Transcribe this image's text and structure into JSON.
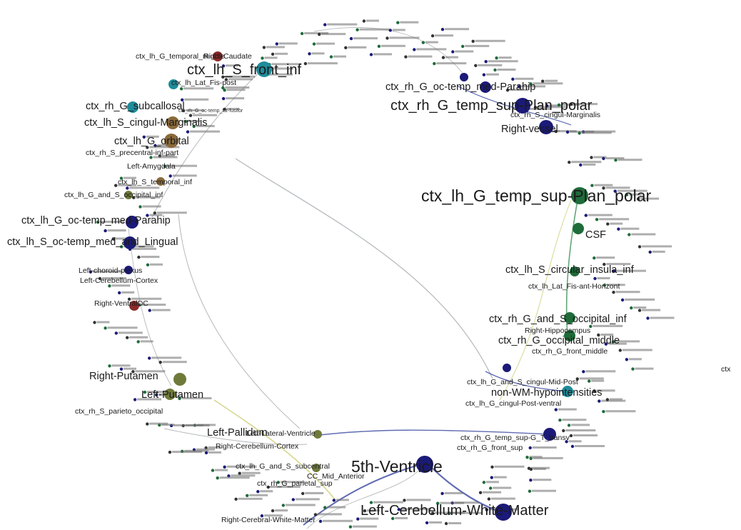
{
  "graph": {
    "colors": {
      "navy": "#1b1a78",
      "green": "#1f6b3a",
      "teal": "#1e8c9a",
      "brown": "#8a6a3a",
      "maroon": "#8c2a2a",
      "olive": "#6f7a3a",
      "edge_gray": "#9aa0a6",
      "edge_blue": "#2b3a9a",
      "edge_yellow": "#c8c86a",
      "edge_green": "#2f8a4a"
    },
    "labels": [
      {
        "text": "ctx_lh_G_temporal_middle",
        "kind": "small"
      },
      {
        "text": "Right-Caudate",
        "kind": "small"
      },
      {
        "text": "ctx_lh_S_front_inf",
        "kind": "large"
      },
      {
        "text": "ctx_lh_Lat_Fis-post",
        "kind": "small"
      },
      {
        "text": "ctx_rh_G_subcallosal",
        "kind": "medium"
      },
      {
        "text": "ctx_rh_G_oc-temp_lat-fusifor",
        "kind": "tiny"
      },
      {
        "text": "ctx_lh_S_cingul-Marginalis",
        "kind": "medium"
      },
      {
        "text": "ctx_lh_G_orbital",
        "kind": "medium"
      },
      {
        "text": "ctx_rh_S_precentral-inf-part",
        "kind": "small"
      },
      {
        "text": "Left-Amygdala",
        "kind": "small"
      },
      {
        "text": "ctx_lh_S_temporal_inf",
        "kind": "small"
      },
      {
        "text": "ctx_lh_G_and_S_occipital_inf",
        "kind": "small"
      },
      {
        "text": "ctx_lh_G_oc-temp_med-Parahip",
        "kind": "medium"
      },
      {
        "text": "ctx_lh_S_oc-temp_med_and_Lingual",
        "kind": "medium"
      },
      {
        "text": "Left-choroid-plexus",
        "kind": "small"
      },
      {
        "text": "Left-Cerebellum-Cortex",
        "kind": "small"
      },
      {
        "text": "Right-VentralDC",
        "kind": "small"
      },
      {
        "text": "Right-Putamen",
        "kind": "medium"
      },
      {
        "text": "Left-Putamen",
        "kind": "medium"
      },
      {
        "text": "ctx_rh_S_parieto_occipital",
        "kind": "small"
      },
      {
        "text": "Left-Pallidum",
        "kind": "medium"
      },
      {
        "text": "Left-Lateral-Ventricle",
        "kind": "small"
      },
      {
        "text": "Right-Cerebellum-Cortex",
        "kind": "small"
      },
      {
        "text": "ctx_lh_G_and_S_subcentral",
        "kind": "small"
      },
      {
        "text": "CC_Mid_Anterior",
        "kind": "small"
      },
      {
        "text": "ctx_rh_G_parietal_sup",
        "kind": "small"
      },
      {
        "text": "Right-Cerebral-White-Matter",
        "kind": "small"
      },
      {
        "text": "5th-Ventricle",
        "kind": "xlarge"
      },
      {
        "text": "Left-Cerebellum-White-Matter",
        "kind": "large"
      },
      {
        "text": "ctx_rh_G_temp_sup-G_T_transv",
        "kind": "small"
      },
      {
        "text": "ctx_rh_G_front_sup",
        "kind": "small"
      },
      {
        "text": "non-WM-hypointensities",
        "kind": "medium"
      },
      {
        "text": "ctx_lh_G_and_S_cingul-Mid-Post",
        "kind": "small"
      },
      {
        "text": "ctx_lh_G_cingul-Post-ventral",
        "kind": "small"
      },
      {
        "text": "ctx_rh_G_oc-temp_med-Parahip",
        "kind": "medium"
      },
      {
        "text": "ctx_rh_G_temp_sup-Plan_polar",
        "kind": "large"
      },
      {
        "text": "ctx_rh_S_cingul-Marginalis",
        "kind": "small"
      },
      {
        "text": "Right-vessel",
        "kind": "medium"
      },
      {
        "text": "ctx_lh_G_temp_sup-Plan_polar",
        "kind": "xlarge"
      },
      {
        "text": "CSF",
        "kind": "medium"
      },
      {
        "text": "ctx_lh_S_circular_insula_inf",
        "kind": "medium"
      },
      {
        "text": "ctx_lh_Lat_Fis-ant-Horizont",
        "kind": "small"
      },
      {
        "text": "ctx_rh_G_and_S_occipital_inf",
        "kind": "medium"
      },
      {
        "text": "Right-Hippocampus",
        "kind": "small"
      },
      {
        "text": "ctx_rh_G_occipital_middle",
        "kind": "medium"
      },
      {
        "text": "ctx_rh_G_front_middle",
        "kind": "small"
      },
      {
        "text": "ctx",
        "kind": "small"
      }
    ]
  }
}
